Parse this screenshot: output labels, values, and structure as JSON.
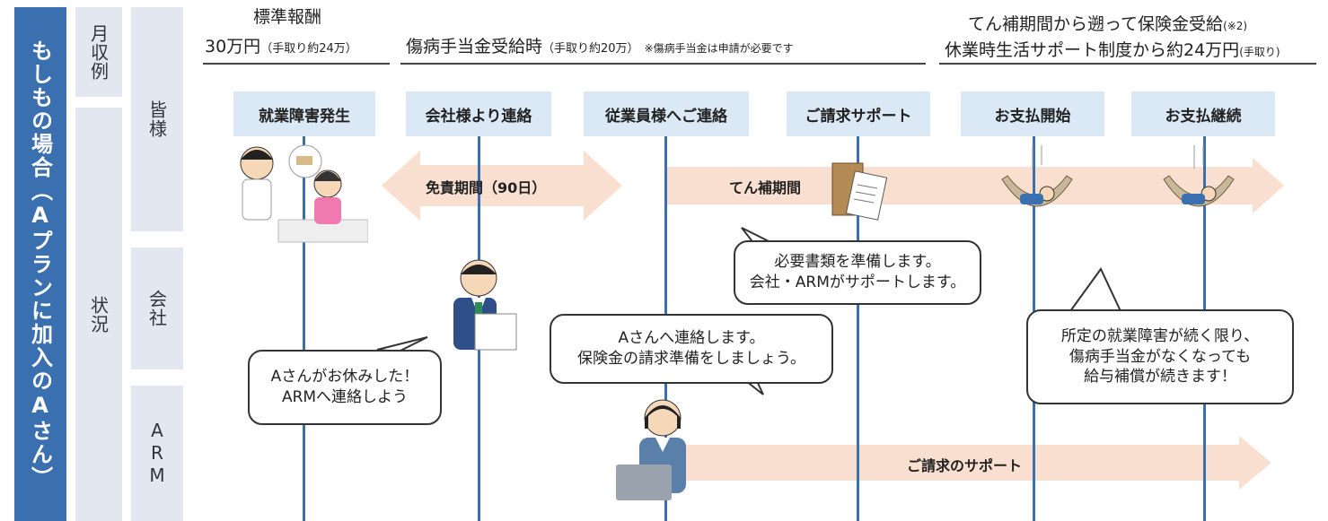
{
  "side_title": "もしもの場合（Aプランに加入のAさん）",
  "rows": {
    "income_example": "月収例",
    "status": "状況",
    "everyone": "皆様",
    "company": "会社",
    "arm": "ARM"
  },
  "headers": {
    "standard_pay_label": "標準報酬",
    "standard_pay_amount": "30万円",
    "standard_pay_note": "（手取り約24万）",
    "sickness_main": "傷病手当金受給時",
    "sickness_note": "（手取り約20万）",
    "sickness_remark": "※傷病手当金は申請が必要です",
    "retro_line1": "てん補期間から遡って保険金受給",
    "retro_mark": "(※2)",
    "retro_line2": "休業時生活サポート制度から約24万円",
    "retro_line2_note": "(手取り)"
  },
  "steps": [
    "就業障害発生",
    "会社様より連絡",
    "従業員様へご連絡",
    "ご請求サポート",
    "お支払開始",
    "お支払継続"
  ],
  "arrows": {
    "waiting": "免責期間（90日）",
    "coverage": "てん補期間",
    "claim_support": "ご請求のサポート"
  },
  "bubbles": {
    "docs_line1": "必要書類を準備します。",
    "docs_line2": "会社・ARMがサポートします。",
    "contact_line1": "Aさんへ連絡します。",
    "contact_line2": "保険金の請求準備をしましょう。",
    "absent_line1": "Aさんがお休みした！",
    "absent_line2": "ARMへ連絡しよう",
    "continue_line1": "所定の就業障害が続く限り、",
    "continue_line2": "傷病手当金がなくなっても",
    "continue_line3": "給与補償が続きます！"
  },
  "colors": {
    "accent_blue": "#3a6fb0",
    "step_bg": "#dbe8f5",
    "arrow_peach": "#f8dfcf",
    "cell_gray": "#e3e7ef"
  }
}
